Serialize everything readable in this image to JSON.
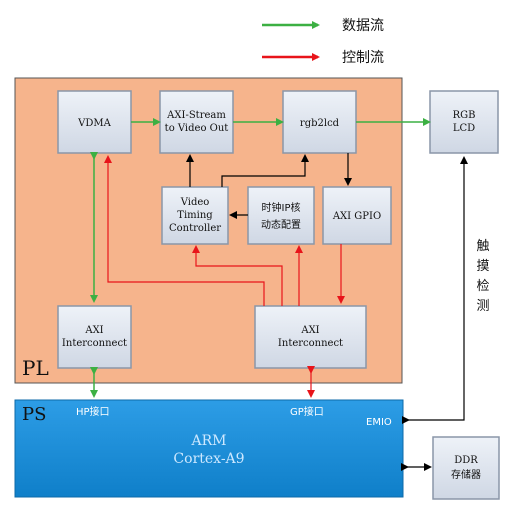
{
  "legend": {
    "data_flow": "数据流",
    "control_flow": "控制流"
  },
  "regions": {
    "pl_label": "PL",
    "ps_label": "PS"
  },
  "blocks": {
    "vdma": [
      "VDMA"
    ],
    "axi_stream": [
      "AXI-Stream",
      "to Video Out"
    ],
    "rgb2lcd": [
      "rgb2lcd"
    ],
    "rgb_lcd": [
      "RGB",
      "LCD"
    ],
    "video_timing": [
      "Video",
      "Timing",
      "Controller"
    ],
    "clock_ip": [
      "时钟IP核",
      "动态配置"
    ],
    "axi_gpio": [
      "AXI GPIO"
    ],
    "axi_interconnect_left": [
      "AXI",
      "Interconnect"
    ],
    "axi_interconnect_right": [
      "AXI",
      "Interconnect"
    ],
    "ddr": [
      "DDR",
      "存储器"
    ]
  },
  "ps": {
    "hp_port": "HP接口",
    "gp_port": "GP接口",
    "emio": "EMIO",
    "arm": "ARM",
    "cortex": "Cortex-A9"
  },
  "touch_label": [
    "触",
    "摸",
    "检",
    "测"
  ],
  "colors": {
    "pl_fill": "#f6b48c",
    "ps_fill": "#1a8fd6",
    "block_fill": "#dce3ee",
    "data_arrow": "#3cb043",
    "control_arrow": "#e8141a"
  }
}
